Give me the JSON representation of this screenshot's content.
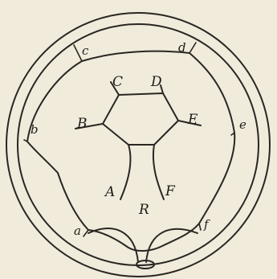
{
  "diagram": {
    "labels": {
      "A": "A",
      "B": "B",
      "C": "C",
      "D": "D",
      "E": "E",
      "F": "F",
      "R": "R",
      "a": "a",
      "b": "b",
      "c": "c",
      "d": "d",
      "e": "e",
      "f": "f"
    }
  }
}
